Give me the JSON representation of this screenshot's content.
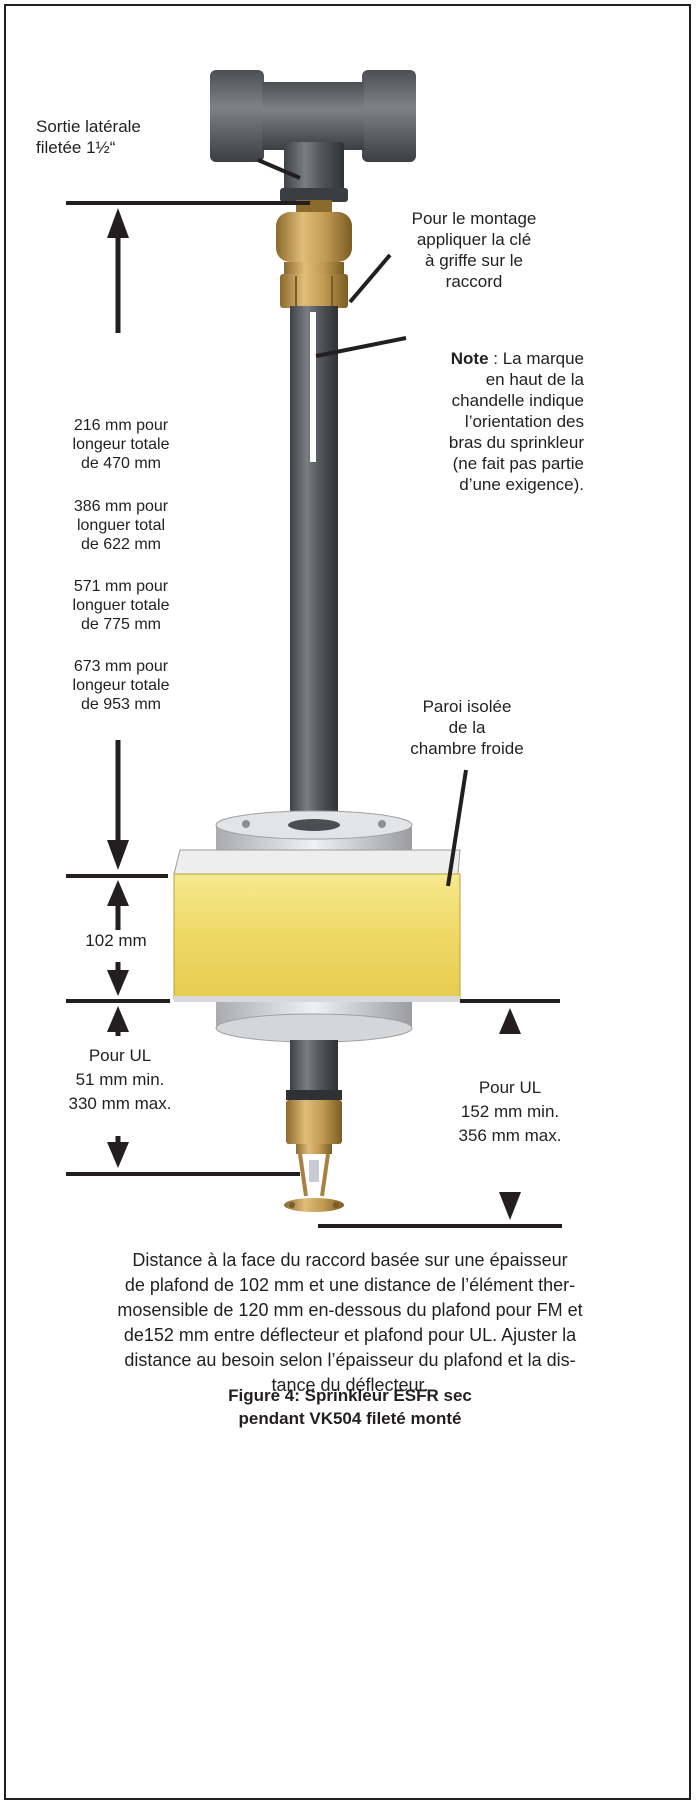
{
  "labels": {
    "side_outlet": "Sortie latérale\nfiletée 1½“",
    "wrench": "Pour le montage\nappliquer la clé\nà griffe sur le\nraccord",
    "note_bold": "Note",
    "note_text": " : La marque\nen haut de la\nchandelle indique\nl’orientation des\nbras du sprinkleur\n(ne fait pas partie\nd’une exigence).",
    "dims": [
      "216 mm pour\nlongeur totale\nde 470 mm",
      "386 mm pour\nlonguer total\nde 622 mm",
      "571 mm pour\nlonguer totale\nde 775 mm",
      "673 mm pour\nlongeur totale\nde 953 mm"
    ],
    "wall": "Paroi isolée\nde la\nchambre froide",
    "thickness": "102 mm",
    "ul_left": "Pour UL\n51 mm min.\n330 mm max.",
    "ul_right": "Pour UL\n152 mm min.\n356 mm max."
  },
  "caption": "Distance à la face du raccord basée sur une épaisseur\nde plafond de 102 mm et une distance de l’élément ther-\nmosensible de 120 mm en-dessous du plafond pour FM et\nde152 mm entre déflecteur et plafond pour UL. Ajuster la\ndistance au besoin selon l’épaisseur du plafond et la dis-\ntance du déflecteur.",
  "figure_title": "Figure 4: Sprinkleur ESFR sec\npendant VK504 fileté monté",
  "colors": {
    "ink": "#231f20",
    "pipe_gray": "#5b5e63",
    "brass": "#c9a25a",
    "insulation": "#f1dd6e",
    "flange": "#d9dadc"
  }
}
